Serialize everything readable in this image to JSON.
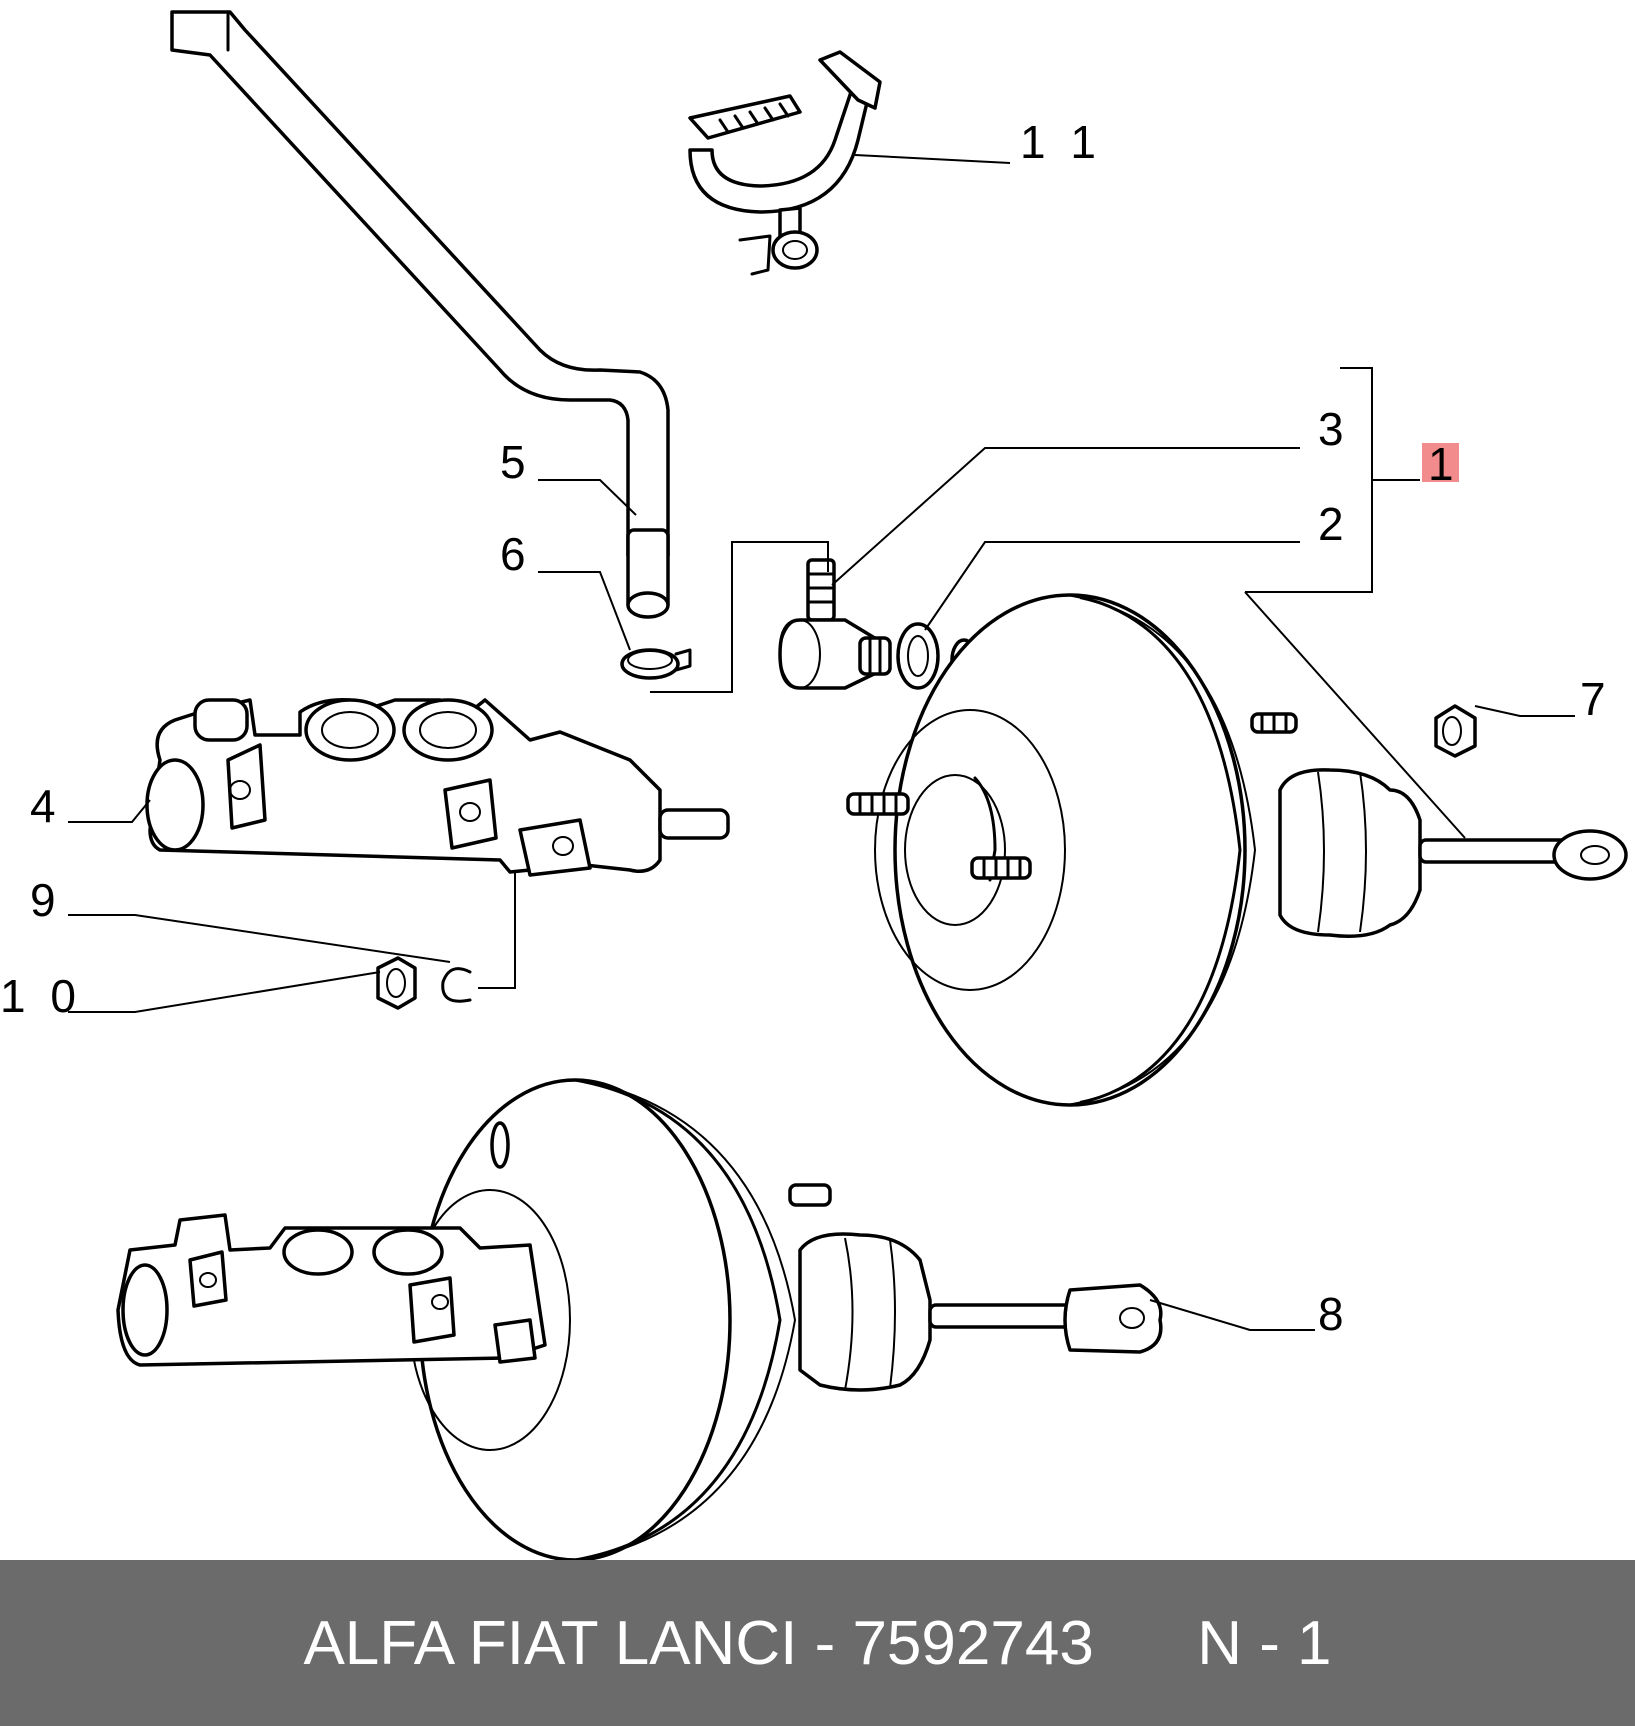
{
  "callouts": {
    "c1": "1",
    "c2": "2",
    "c3": "3",
    "c4": "4",
    "c5": "5",
    "c6": "6",
    "c7": "7",
    "c8": "8",
    "c9": "9",
    "c10": "1 0",
    "c11": "1 1"
  },
  "highlight_color": "#f28b8b",
  "footer": {
    "brand": "ALFA FIAT LANCI",
    "separator": " - ",
    "part_number": "7592743",
    "gap": "      ",
    "ref": "N - 1"
  },
  "footer_bg": "#6b6b6b"
}
